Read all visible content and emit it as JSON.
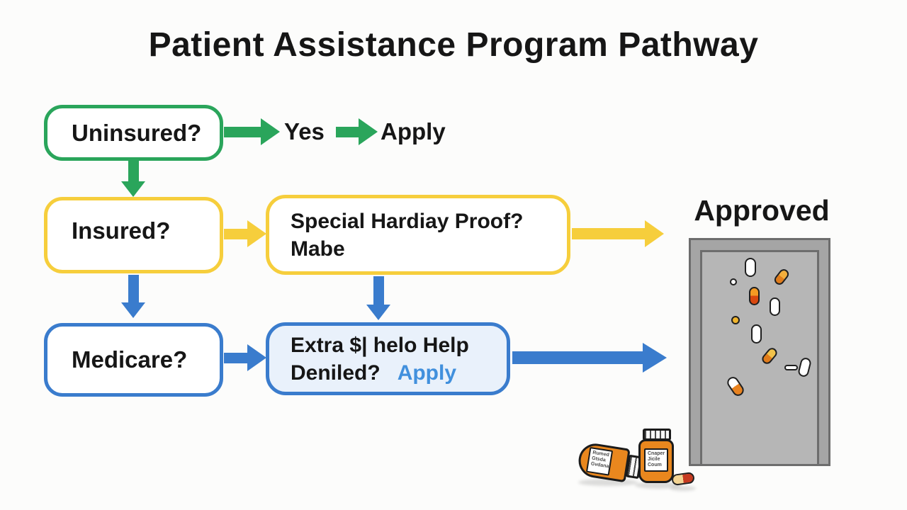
{
  "title": "Patient Assistance Program Pathway",
  "colors": {
    "green": "#2aa55b",
    "yellow": "#f6ce3c",
    "blue": "#3a7ccd",
    "light_blue": "#e9f1fb",
    "apply_blue": "#4190dd",
    "ink": "#161616",
    "door_frame": "#a5a5a5",
    "door_panel": "#b6b6b6",
    "door_line": "#6d6d6d",
    "bottle_orange": "#e9871e"
  },
  "flow": {
    "uninsured": {
      "label": "Uninsured?",
      "yes": "Yes",
      "apply": "Apply"
    },
    "insured": {
      "label": "Insured?"
    },
    "special": {
      "line1": "Special Hardiay Proof?",
      "line2": "Mabe"
    },
    "medicare": {
      "label": "Medicare?"
    },
    "extra": {
      "line1": "Extra $| helo Help",
      "denied": "Deniled?",
      "apply": "Apply"
    }
  },
  "approved": "Approved",
  "bottles": {
    "upright_label_lines": [
      "Cnaper",
      "Jicile",
      "Coum"
    ],
    "lying_label_lines": [
      "Rumed",
      "Gtsda",
      "Gvdana"
    ]
  }
}
